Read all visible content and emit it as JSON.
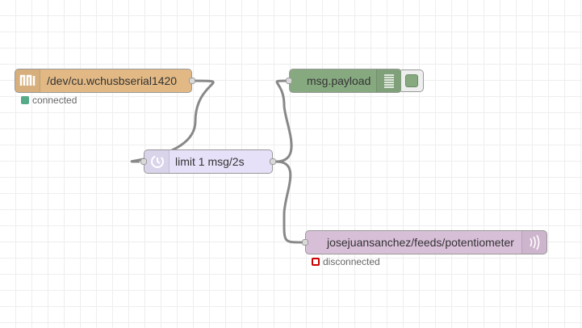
{
  "nodes": {
    "serial_in": {
      "label": "/dev/cu.wchusbserial1420",
      "icon": "serial-icon",
      "color": "#e2b984",
      "status_text": "connected",
      "status_color": "#5aa77c"
    },
    "delay": {
      "label": "limit 1 msg/2s",
      "icon": "timer-icon",
      "color": "#e6e0f8"
    },
    "debug": {
      "label": "msg.payload",
      "icon": "debug-list-icon",
      "color": "#87a980"
    },
    "mqtt_out": {
      "label": "josejuansanchez/feeds/potentiometer",
      "icon": "broadcast-icon",
      "color": "#d8bfd8",
      "status_text": "disconnected",
      "status_color": "#cc0000"
    }
  },
  "wire_color": "#888888",
  "grid_color": "#eeeeee"
}
